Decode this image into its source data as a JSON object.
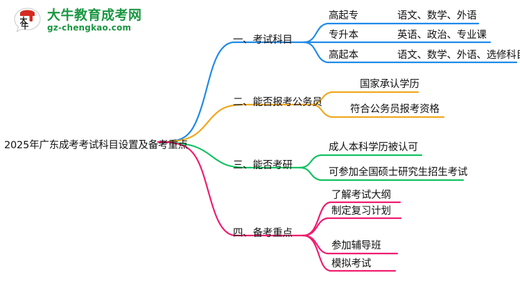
{
  "logo": {
    "name": "大牛教育成考网",
    "domain": "gz-chengkao.com",
    "mark_text": "大牛",
    "brand_green": "#1a9641",
    "brand_red": "#d42a21"
  },
  "root": {
    "label": "2025年广东成考考试科目设置及备考重点"
  },
  "colors": {
    "blue": "#1e8ae8",
    "orange": "#f0a81e",
    "green": "#12c261",
    "pink": "#ef1c6e"
  },
  "branches": [
    {
      "id": "exam-subjects",
      "label": "一、考试科目",
      "color": "#1e8ae8",
      "children": [
        {
          "label": "高起专",
          "detail": "语文、数学、外语"
        },
        {
          "label": "专升本",
          "detail": "英语、政治、专业课"
        },
        {
          "label": "高起本",
          "detail": "语文、数学、外语、选修科目"
        }
      ]
    },
    {
      "id": "civil-service",
      "label": "二、能否报考公务员",
      "color": "#f0a81e",
      "children": [
        {
          "label": "国家承认学历",
          "detail": ""
        },
        {
          "label": "符合公务员报考资格",
          "detail": ""
        }
      ]
    },
    {
      "id": "postgraduate",
      "label": "三、能否考研",
      "color": "#12c261",
      "children": [
        {
          "label": "成人本科学历被认可",
          "detail": ""
        },
        {
          "label": "可参加全国硕士研究生招生考试",
          "detail": ""
        }
      ]
    },
    {
      "id": "preparation",
      "label": "四、备考重点",
      "color": "#ef1c6e",
      "children": [
        {
          "label": "了解考试大纲",
          "detail": ""
        },
        {
          "label": "制定复习计划",
          "detail": ""
        },
        {
          "label": "参加辅导班",
          "detail": ""
        },
        {
          "label": "模拟考试",
          "detail": ""
        }
      ]
    }
  ]
}
